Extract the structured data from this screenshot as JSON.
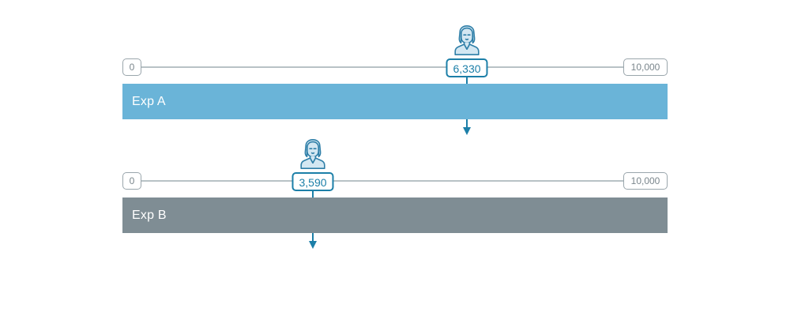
{
  "chart_data": {
    "type": "bar",
    "title": "",
    "xlabel": "",
    "ylabel": "",
    "orientation": "horizontal",
    "axis_min": 0,
    "axis_max": 10000,
    "axis_min_label": "0",
    "axis_max_label": "10,000",
    "categories": [
      "Exp A",
      "Exp B"
    ],
    "values": [
      6330,
      3590
    ],
    "value_labels": [
      "6,330",
      "3,590"
    ],
    "grid": false,
    "legend": "none",
    "series": [
      {
        "name": "Exp A",
        "value": 6330,
        "value_label": "6,330",
        "color": "#6ab4d8"
      },
      {
        "name": "Exp B",
        "value": 3590,
        "value_label": "3,590",
        "color": "#7f8d94"
      }
    ]
  },
  "colors": {
    "bar_a": "#6ab4d8",
    "bar_b": "#7f8d94",
    "marker_accent": "#1c7fa8",
    "avatar_fill": "#d3e7f2",
    "track": "#b8c2c6",
    "endcap_border": "#9aa6ac",
    "endcap_text": "#7a868c",
    "background": "#ffffff"
  },
  "rows": [
    {
      "id": "exp-a",
      "bar_label": "Exp A",
      "slider": {
        "min_label": "0",
        "max_label": "10,000",
        "value_label": "6,330",
        "icon": "woman-avatar-icon"
      }
    },
    {
      "id": "exp-b",
      "bar_label": "Exp B",
      "slider": {
        "min_label": "0",
        "max_label": "10,000",
        "value_label": "3,590",
        "icon": "woman-avatar-icon"
      }
    }
  ]
}
